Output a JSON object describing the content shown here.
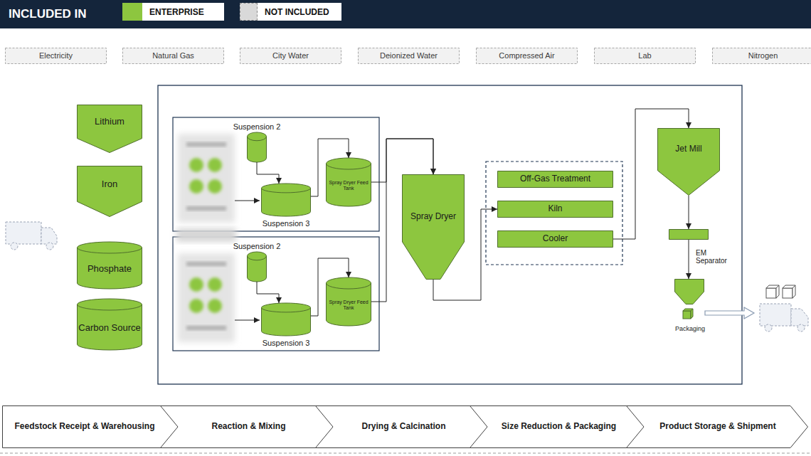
{
  "diagram": {
    "nodes": [
      {
        "text": [
          "Electricity"
        ]
      },
      {
        "text": [
          "Natural Gas"
        ]
      },
      {
        "text": [
          "City Water"
        ]
      },
      {
        "text": [
          "Deionized Water"
        ]
      },
      {
        "text": [
          "Compressed Air"
        ]
      },
      {
        "text": [
          "Lab"
        ]
      },
      {
        "text": [
          "Nitrogen"
        ]
      },
      {
        "text": [
          "Lithium"
        ]
      },
      {
        "text": [
          "Iron"
        ]
      },
      {
        "text": [
          "Phosphate"
        ]
      },
      {
        "text": [
          "Carbon Source"
        ]
      },
      {
        "text": [
          "Suspension 2"
        ]
      },
      {
        "text": [
          "Suspension 3"
        ]
      },
      {
        "text": [
          "Spray Dryer Feed Tank"
        ]
      },
      {
        "text": [
          "Suspension 2"
        ]
      },
      {
        "text": [
          "Suspension 3"
        ]
      },
      {
        "text": [
          "Spray Dryer Feed Tank"
        ]
      },
      {
        "text": [
          "Spray Dryer"
        ]
      },
      {
        "text": [
          "Off-Gas Treatment"
        ]
      },
      {
        "text": [
          "Kiln"
        ]
      },
      {
        "text": [
          "Cooler"
        ]
      },
      {
        "text": [
          "Jet Mill"
        ]
      },
      {
        "text": [
          "EM Separator"
        ]
      },
      {
        "text": [
          "Packaging"
        ]
      },
      {
        "text": [
          "Feedstock Receipt & Warehousing"
        ]
      },
      {
        "text": [
          "Reaction & Mixing"
        ]
      },
      {
        "text": [
          "Drying & Calcination"
        ]
      },
      {
        "text": [
          "Size Reduction & Packaging"
        ]
      },
      {
        "text": [
          "Product Storage & Shipment"
        ]
      }
    ],
    "edges": [
      {
        "from": 11,
        "to": 12,
        "arrow": "to"
      },
      {
        "from": 12,
        "to": 13,
        "arrow": "to"
      },
      {
        "from": 14,
        "to": 15,
        "arrow": "to"
      },
      {
        "from": 15,
        "to": 16,
        "arrow": "to"
      },
      {
        "from": 13,
        "to": 17,
        "arrow": "to"
      },
      {
        "from": 16,
        "to": 17,
        "arrow": "to"
      },
      {
        "from": 17,
        "to": 19,
        "arrow": "to"
      },
      {
        "from": 20,
        "to": 21,
        "arrow": "to"
      },
      {
        "from": 21,
        "to": 22,
        "arrow": "to"
      },
      {
        "from": 22,
        "to": 23,
        "arrow": "to"
      }
    ],
    "labels": [
      "INCLUDED IN"
    ],
    "legend": [
      {
        "text": "ENTERPRISE",
        "color": "#8dc63f"
      },
      {
        "text": "NOT INCLUDED",
        "color": "#d9d9d9"
      }
    ]
  }
}
